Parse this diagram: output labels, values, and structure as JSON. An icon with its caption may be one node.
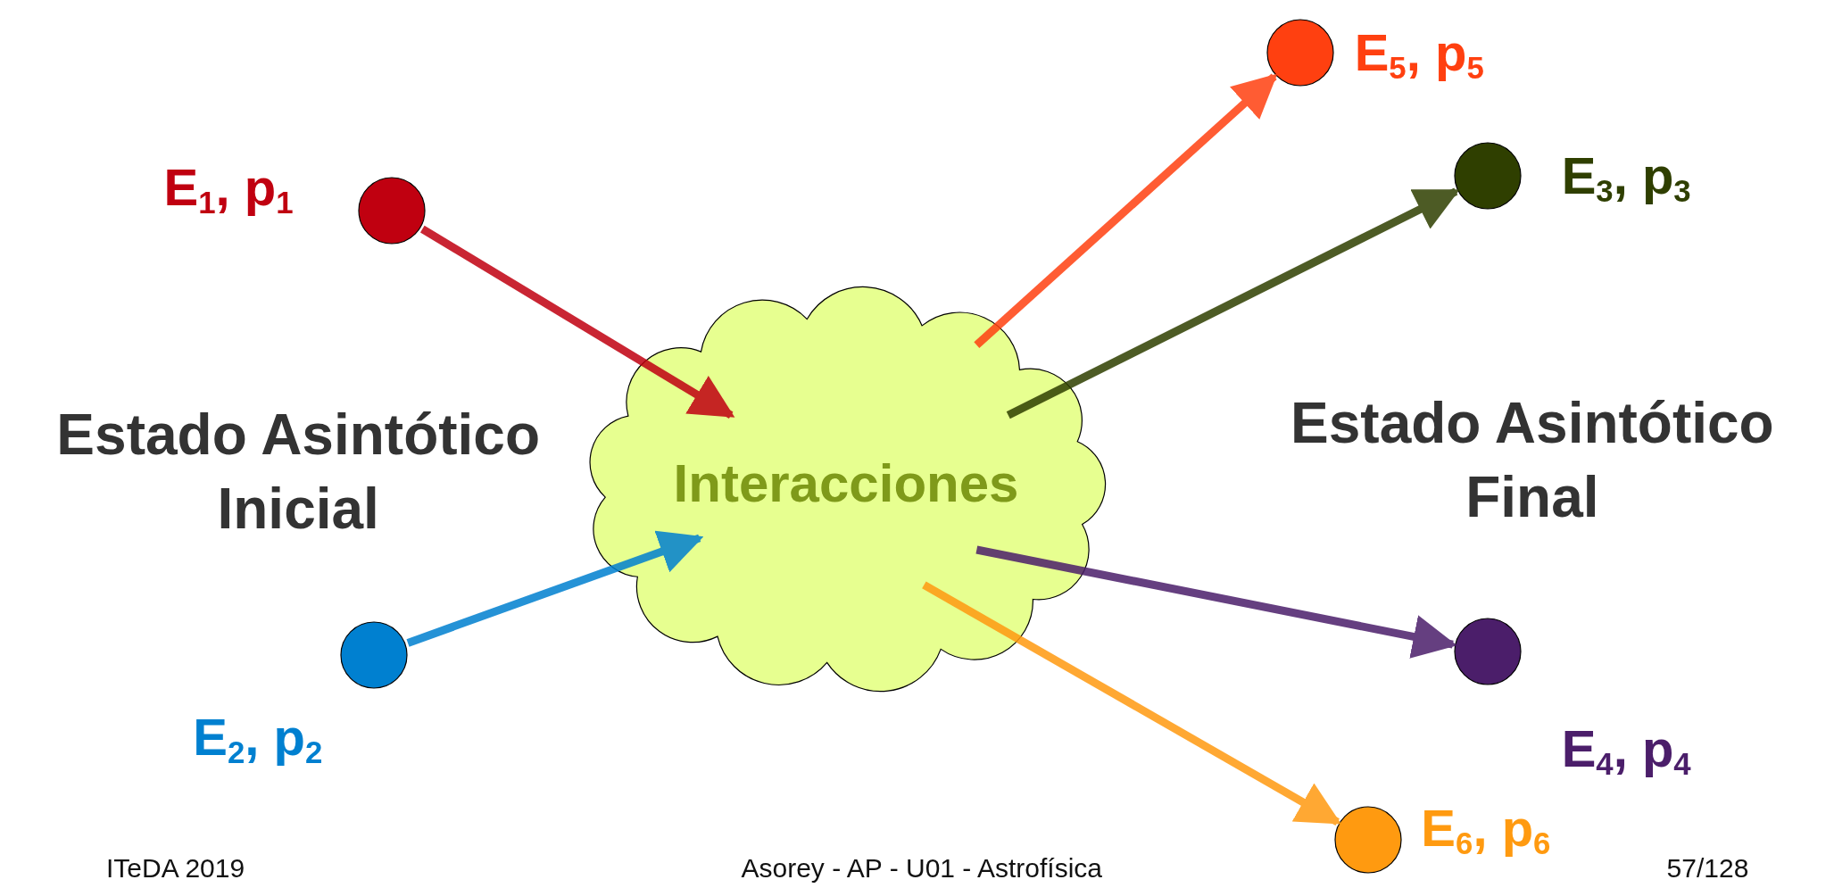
{
  "diagram": {
    "nodes": [
      {
        "text": [],
        "shape": "circle",
        "beside": [
          "E$_{1}$, p$_{1}$"
        ]
      },
      {
        "text": [],
        "shape": "circle",
        "beside": [
          "E$_{2}$, p$_{2}$"
        ]
      },
      {
        "text": [
          "Interacciones"
        ]
      },
      {
        "text": [],
        "shape": "circle",
        "beside": [
          "E$_{5}$, p$_{5}$"
        ]
      },
      {
        "text": [],
        "shape": "circle",
        "beside": [
          "E$_{3}$, p$_{3}$"
        ]
      },
      {
        "text": [],
        "shape": "circle",
        "beside": [
          "E$_{4}$, p$_{4}$"
        ]
      },
      {
        "text": [],
        "shape": "circle",
        "beside": [
          "E$_{6}$, p$_{6}$"
        ]
      }
    ],
    "edges": [
      {
        "from": 0,
        "to": 2,
        "arrow": "to",
        "color": "#c00010"
      },
      {
        "from": 1,
        "to": 2,
        "arrow": "to",
        "color": "#0080d0"
      },
      {
        "from": 2,
        "to": 3,
        "arrow": "to",
        "color": "#ff4010"
      },
      {
        "from": 2,
        "to": 4,
        "arrow": "to",
        "color": "#2f3f00"
      },
      {
        "from": 2,
        "to": 5,
        "arrow": "to",
        "color": "#4b1e6a"
      },
      {
        "from": 2,
        "to": 6,
        "arrow": "to",
        "color": "#ff9a10"
      }
    ],
    "labels": [
      "Estado Asintótico Inicial",
      "Estado Asintótico Final",
      "ITeDA 2019",
      "Asorey - AP - U01 - Astrofísica",
      "57/128"
    ]
  }
}
